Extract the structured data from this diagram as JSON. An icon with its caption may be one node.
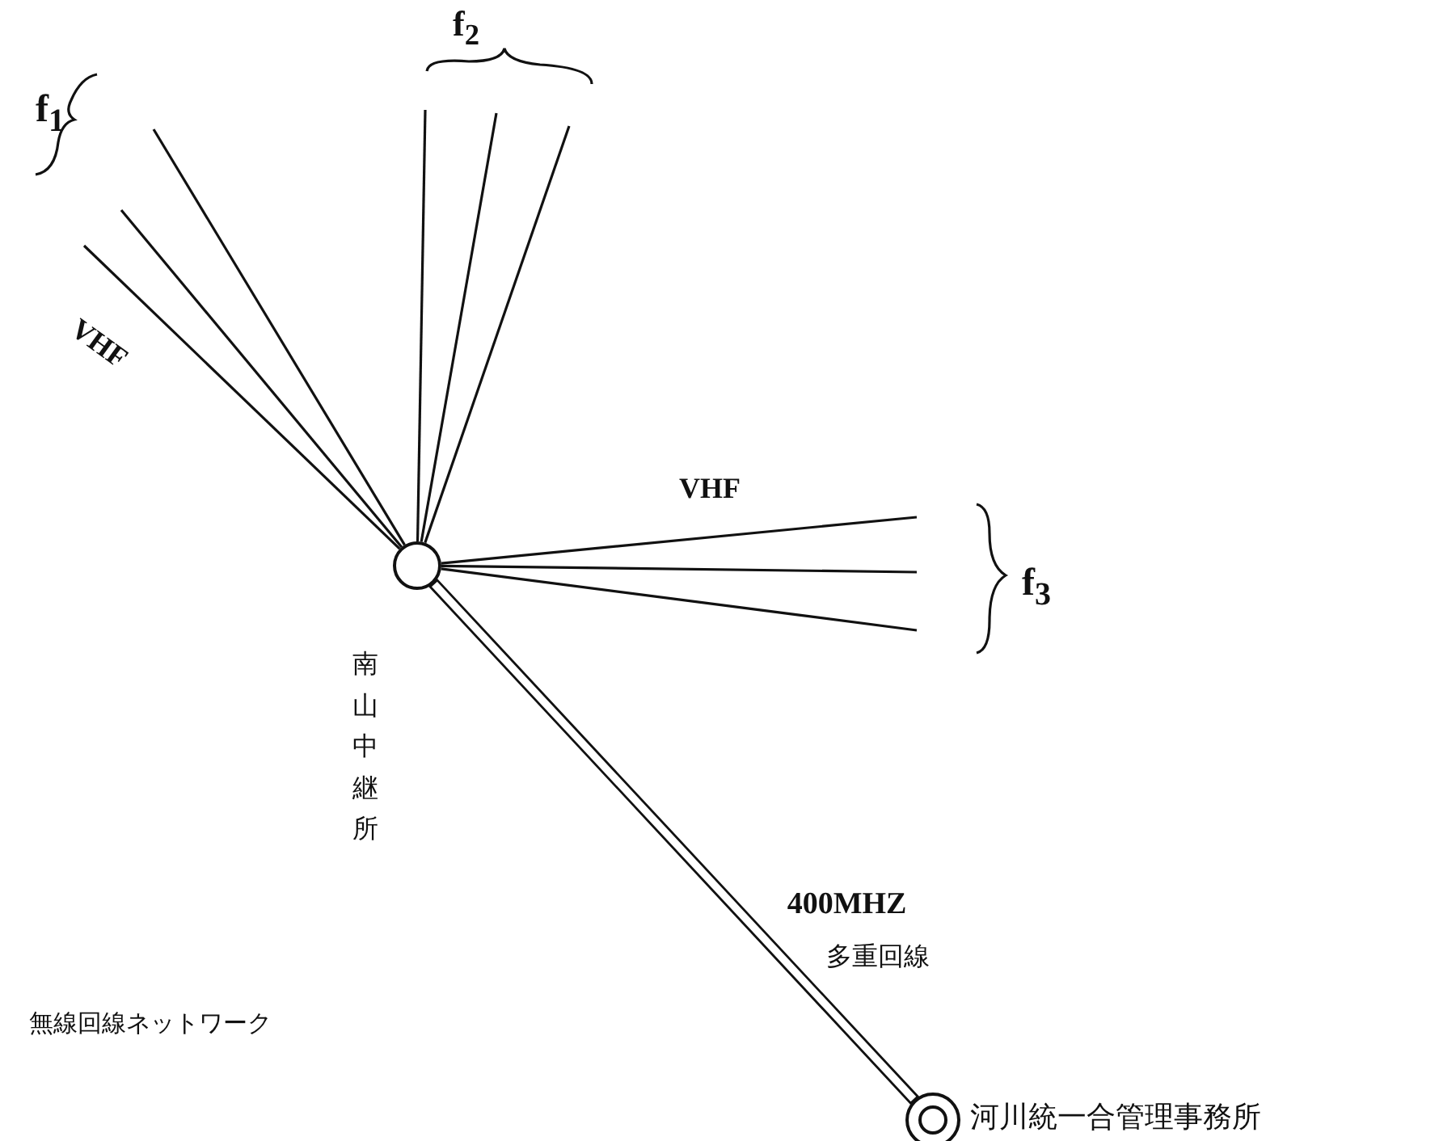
{
  "diagram": {
    "nodes": [
      {
        "text": [],
        "shape": "circle",
        "beside": [
          "南山中継所"
        ]
      },
      {
        "text": [],
        "shape": "circle",
        "beside": [
          "河川統一合管理事務所"
        ]
      }
    ],
    "edges": [
      {
        "from": 0,
        "to": 1,
        "arrow": "none",
        "style": "thick",
        "label": "400MHZ 多重回線"
      },
      {
        "from": 0,
        "to": null,
        "arrow": "none"
      },
      {
        "from": 0,
        "to": null,
        "arrow": "none"
      },
      {
        "from": 0,
        "to": null,
        "arrow": "none"
      },
      {
        "from": 0,
        "to": null,
        "arrow": "none"
      },
      {
        "from": 0,
        "to": null,
        "arrow": "none"
      },
      {
        "from": 0,
        "to": null,
        "arrow": "none"
      },
      {
        "from": 0,
        "to": null,
        "arrow": "none"
      },
      {
        "from": 0,
        "to": null,
        "arrow": "none"
      },
      {
        "from": 0,
        "to": null,
        "arrow": "none"
      }
    ],
    "labels": [
      "f$_{1}$",
      "f$_{2}$",
      "VHF",
      "VHF",
      "f$_{3}$",
      "無線回線ネットワーク"
    ]
  }
}
